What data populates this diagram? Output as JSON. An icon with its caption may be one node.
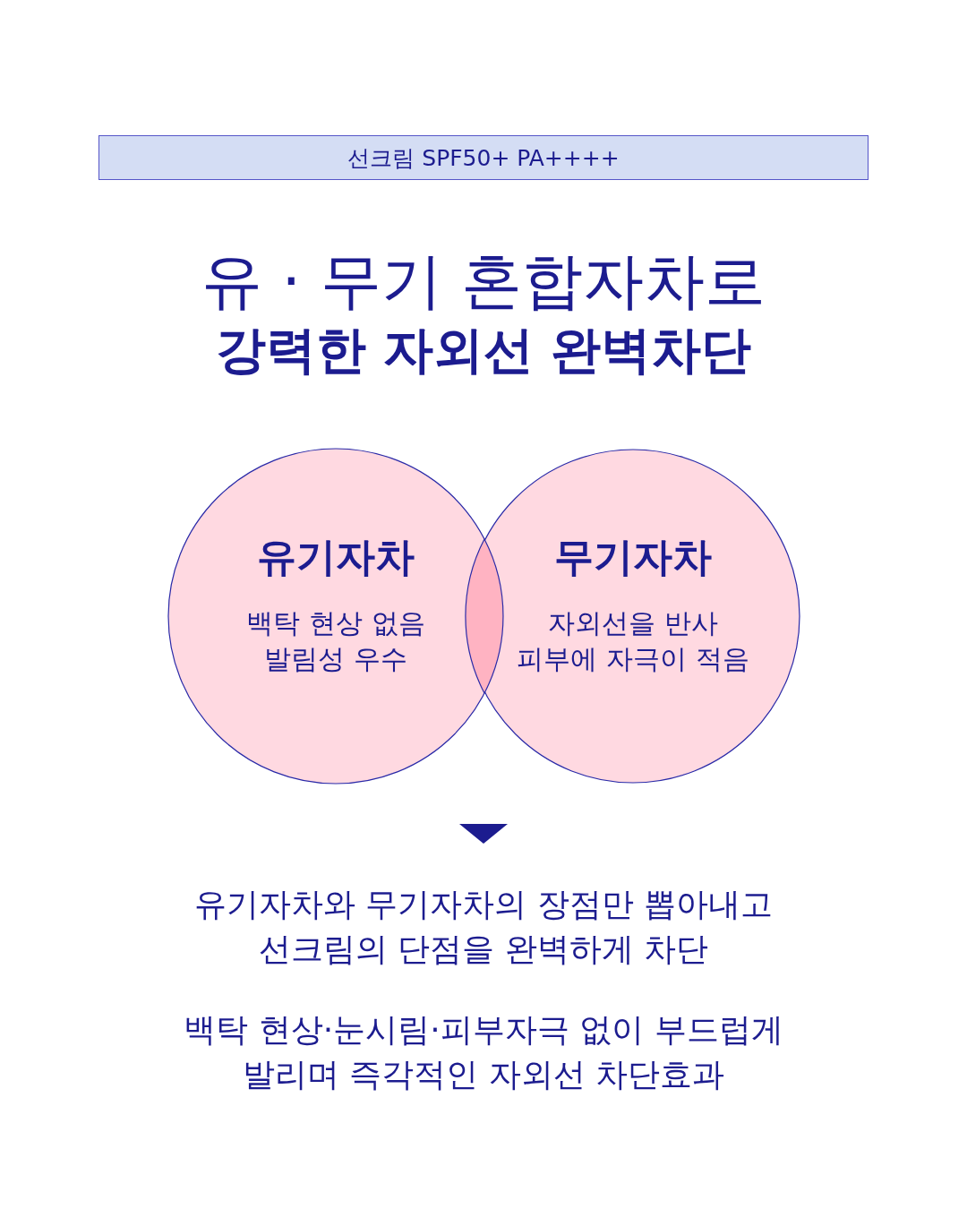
{
  "diagram": {
    "title": "유 · 무기 혼합자차로 **강력한 자외선 완벽차단**",
    "nodes": [
      {
        "text": [
          "선크림 SPF50+ PA++++"
        ]
      },
      {
        "text": [
          "유기자차",
          "백탁 현상 없음 발림성 우수"
        ]
      },
      {
        "text": [
          "무기자차",
          "자외선을 반사 피부에 자극이 적음"
        ]
      }
    ],
    "labels": [
      "유기자차와 무기자차의 장점만 뽑아내고 선크림의 단점을 완벽하게 차단",
      "백탁 현상·눈시림·피부자극 없이 부드럽게 발리며 즉각적인 자외선 차단효과"
    ]
  }
}
